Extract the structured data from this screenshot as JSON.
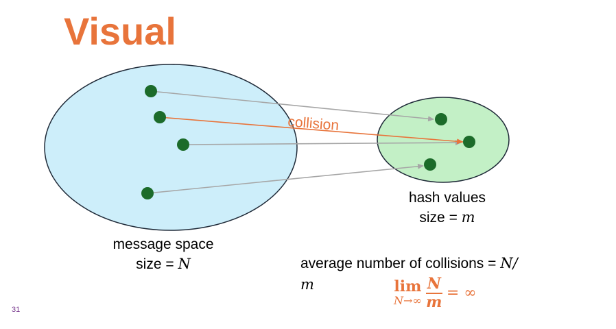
{
  "title": "Visual",
  "collision_label": "collision",
  "message_space": {
    "line1": "message space",
    "size_prefix": "size = ",
    "size_var": "N"
  },
  "hash_values": {
    "line1": "hash values",
    "size_prefix": "size = ",
    "size_var": "m"
  },
  "average": {
    "text": "average number of collisions = ",
    "expr_num": "N/",
    "expr_den": "m"
  },
  "limit": {
    "lim": "lim",
    "sub": "N→∞",
    "num": "N",
    "den": "m",
    "rhs": "= ∞"
  },
  "slide_number": "31",
  "colors": {
    "accent": "#e8743b",
    "message_fill": "#cdeefa",
    "hash_fill": "#c3f0c6",
    "dot": "#1c6b2a",
    "arrow_gray": "#a6a6a6",
    "outline": "#1f2a38"
  }
}
